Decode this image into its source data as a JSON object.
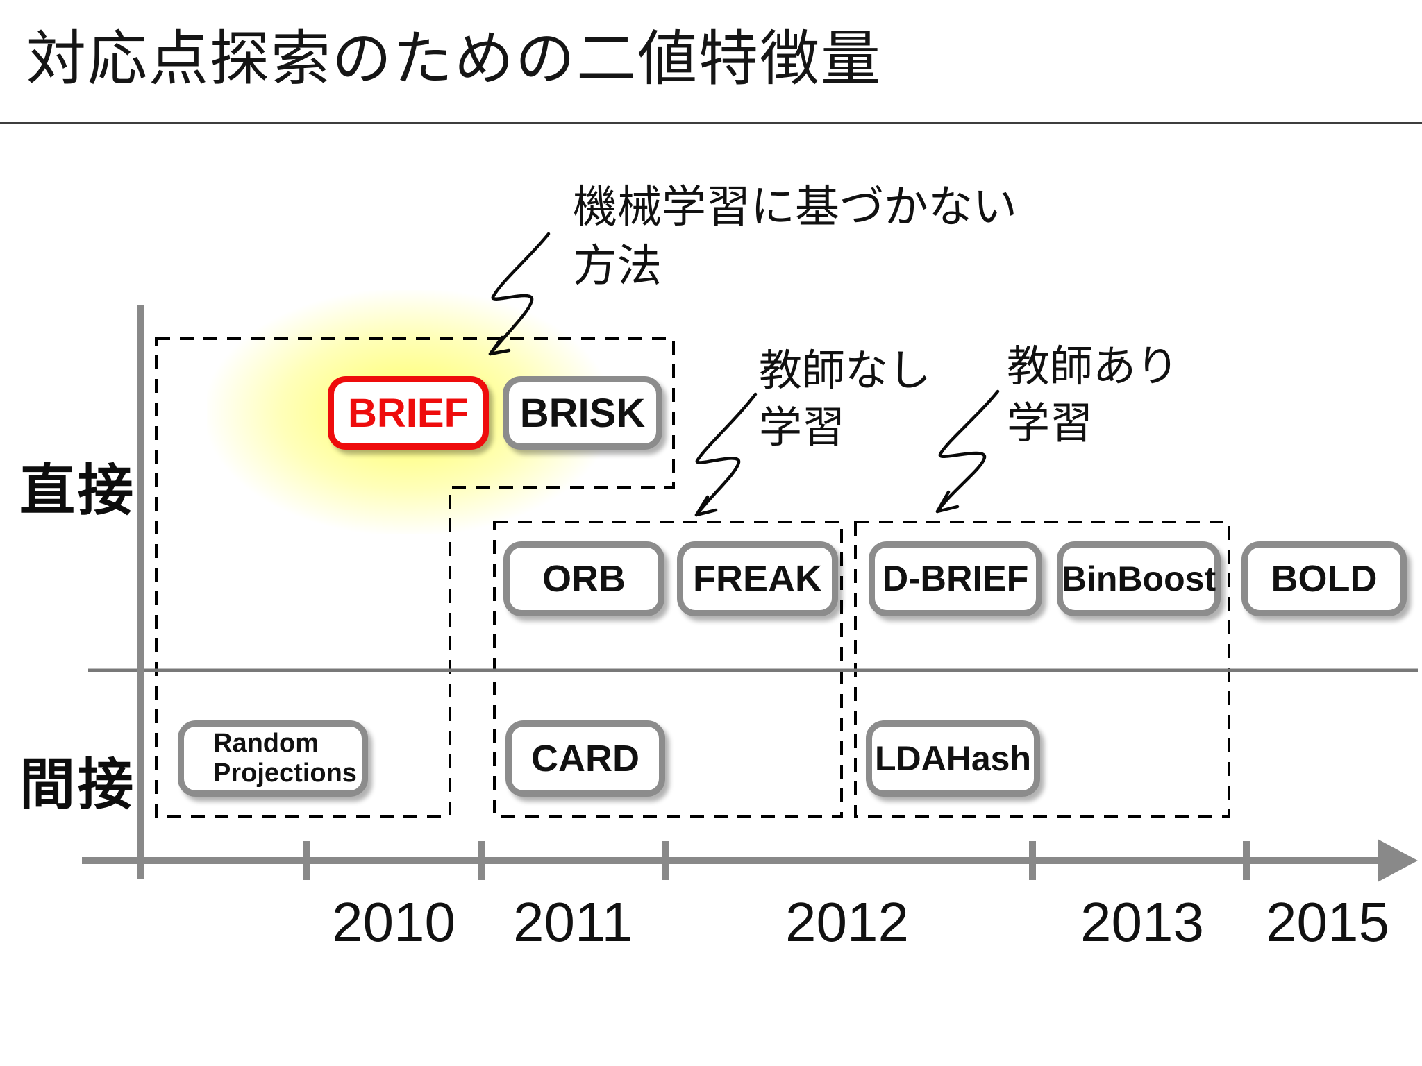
{
  "title": "対応点探索のための二値特徴量",
  "row_labels": {
    "direct": "直接",
    "indirect": "間接"
  },
  "annotations": [
    {
      "id": "non-ml",
      "lines": [
        "機械学習に基づかない",
        "方法"
      ]
    },
    {
      "id": "unsupervised",
      "lines": [
        "教師なし",
        "学習"
      ]
    },
    {
      "id": "supervised",
      "lines": [
        "教師あり",
        "学習"
      ]
    }
  ],
  "methods": {
    "brief": "BRIEF",
    "brisk": "BRISK",
    "orb": "ORB",
    "freak": "FREAK",
    "dbrief": "D-BRIEF",
    "binboost": "BinBoost",
    "bold": "BOLD",
    "random_projections_line1": "Random",
    "random_projections_line2": "Projections",
    "card": "CARD",
    "ldahash": "LDAHash"
  },
  "timeline": {
    "years": [
      "2010",
      "2011",
      "2012",
      "2013",
      "2015"
    ]
  },
  "groups": [
    {
      "label": "機械学習に基づかない方法",
      "direct": [
        "BRIEF",
        "BRISK"
      ],
      "indirect": [
        "Random Projections"
      ]
    },
    {
      "label": "教師なし学習",
      "direct": [
        "ORB",
        "FREAK"
      ],
      "indirect": [
        "CARD"
      ]
    },
    {
      "label": "教師あり学習",
      "direct": [
        "D-BRIEF",
        "BinBoost"
      ],
      "indirect": [
        "LDAHash"
      ]
    },
    {
      "label": "",
      "direct": [
        "BOLD"
      ],
      "indirect": []
    }
  ],
  "colors": {
    "highlight_border": "#ee0c0c",
    "highlight_glow": "#ffff5a",
    "box_border": "#8c8c8c",
    "axis": "#898989",
    "dashed": "#000000",
    "text": "#111111"
  }
}
